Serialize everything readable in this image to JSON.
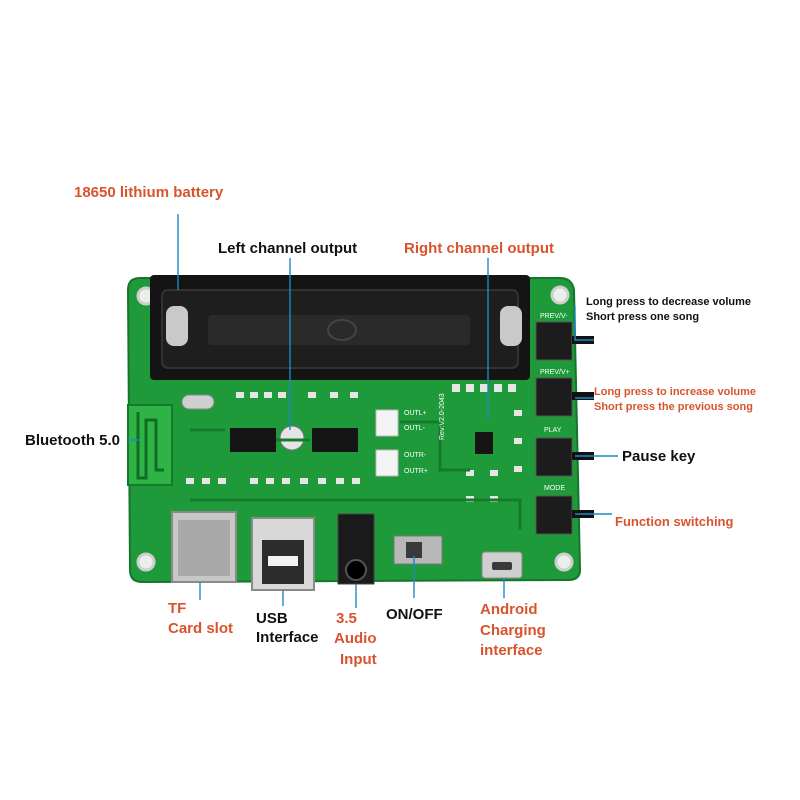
{
  "colors": {
    "accent_red": "#d9532c",
    "label_black": "#111111",
    "pcb_green": "#1f9a3a",
    "pcb_dark": "#157a2c"
  },
  "labels": {
    "battery": "18650 lithium battery",
    "left_channel": "Left channel output",
    "right_channel": "Right channel output",
    "prev_long": "Long press to decrease volume",
    "prev_short": "Short press one song",
    "next_long": "Long press to increase volume",
    "next_short": "Short press the previous song",
    "pause": "Pause key",
    "function": "Function switching",
    "bluetooth": "Bluetooth 5.0",
    "tf_1": "TF",
    "tf_2": "Card slot",
    "usb_1": "USB",
    "usb_2": "Interface",
    "audio_1": "3.5",
    "audio_2": "Audio",
    "audio_3": "Input",
    "onoff": "ON/OFF",
    "android_1": "Android",
    "android_2": "Charging",
    "android_3": "interface"
  },
  "silkscreen": {
    "prev_v_minus": "PREV/V-",
    "prev_v_plus": "PREV/V+",
    "play": "PLAY",
    "mode": "MODE",
    "outl_plus": "OUTL+",
    "outl_minus": "OUTL-",
    "outr_minus": "OUTR-",
    "outr_plus": "OUTR+",
    "rev": "Rev:V2.0-2043"
  }
}
